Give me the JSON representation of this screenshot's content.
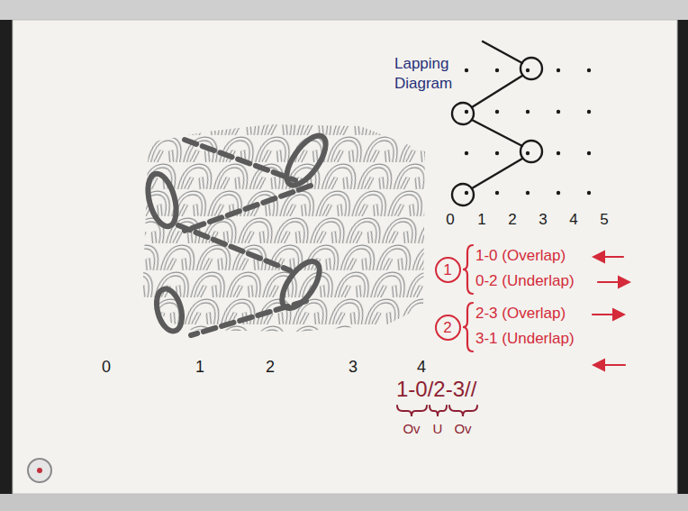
{
  "diagram": {
    "nodes": [
      {
        "text": [
          "1"
        ]
      },
      {
        "text": [
          "2"
        ]
      }
    ],
    "labels": [
      "Lapping Diagram",
      "0",
      "1",
      "2",
      "3",
      "4",
      "5",
      "0",
      "1",
      "2",
      "3",
      "4",
      "1-0 (Overlap)",
      "0-2 (Underlap)",
      "2-3 (Overlap)",
      "3-1 (Underlap)",
      "1-0/2-3//",
      "Ov",
      "U",
      "Ov"
    ]
  }
}
